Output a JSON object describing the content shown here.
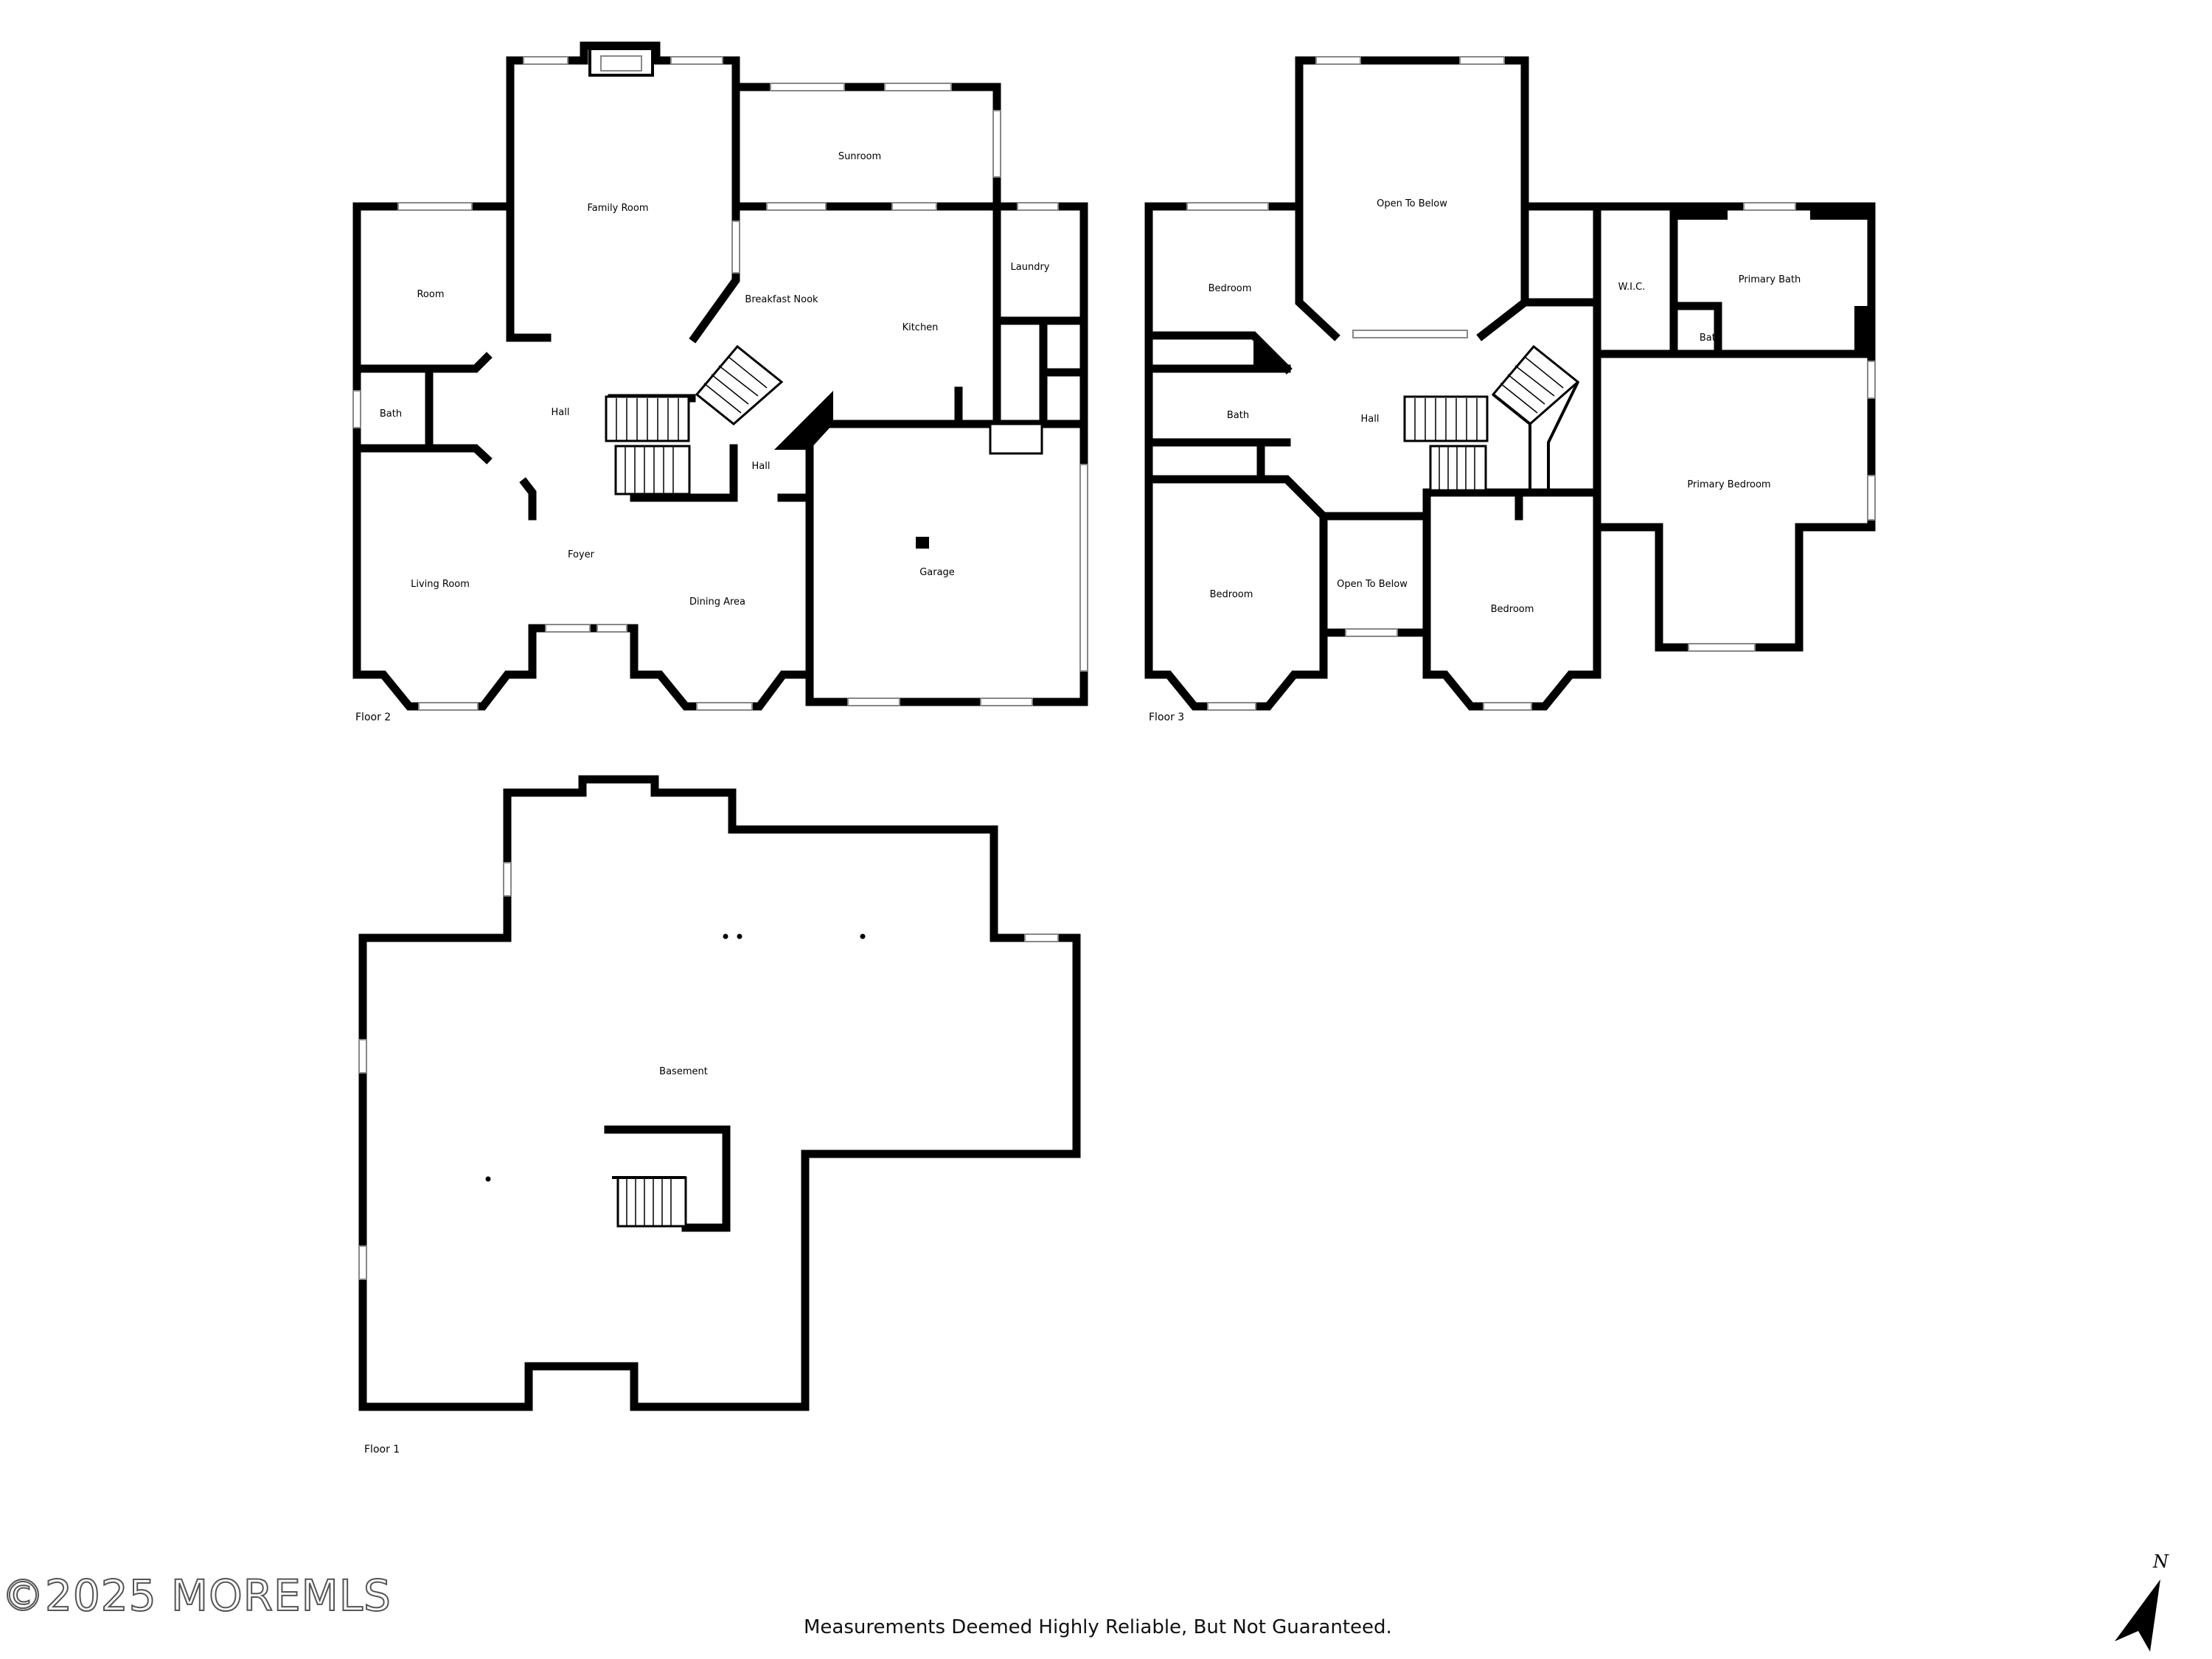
{
  "floors": {
    "floor2": {
      "label": "Floor 2",
      "rooms": {
        "family_room": "Family Room",
        "sunroom": "Sunroom",
        "room": "Room",
        "breakfast_nook": "Breakfast Nook",
        "kitchen": "Kitchen",
        "laundry": "Laundry",
        "bath": "Bath",
        "hall_main": "Hall",
        "hall_side": "Hall",
        "living_room": "Living Room",
        "foyer": "Foyer",
        "dining_area": "Dining Area",
        "garage": "Garage"
      }
    },
    "floor3": {
      "label": "Floor 3",
      "rooms": {
        "open_to_below_top": "Open To Below",
        "bedroom_nw": "Bedroom",
        "wic": "W.I.C.",
        "primary_bath": "Primary Bath",
        "bath_small": "Bath",
        "bath": "Bath",
        "hall": "Hall",
        "primary_bedroom": "Primary Bedroom",
        "bedroom_sw": "Bedroom",
        "open_to_below_mid": "Open To Below",
        "bedroom_s": "Bedroom"
      }
    },
    "floor1": {
      "label": "Floor 1",
      "rooms": {
        "basement": "Basement"
      }
    }
  },
  "watermark": "©2025 MOREMLS",
  "disclaimer": "Measurements Deemed Highly Reliable, But Not Guaranteed.",
  "north": {
    "label": "N",
    "icon": "north-arrow-icon"
  }
}
